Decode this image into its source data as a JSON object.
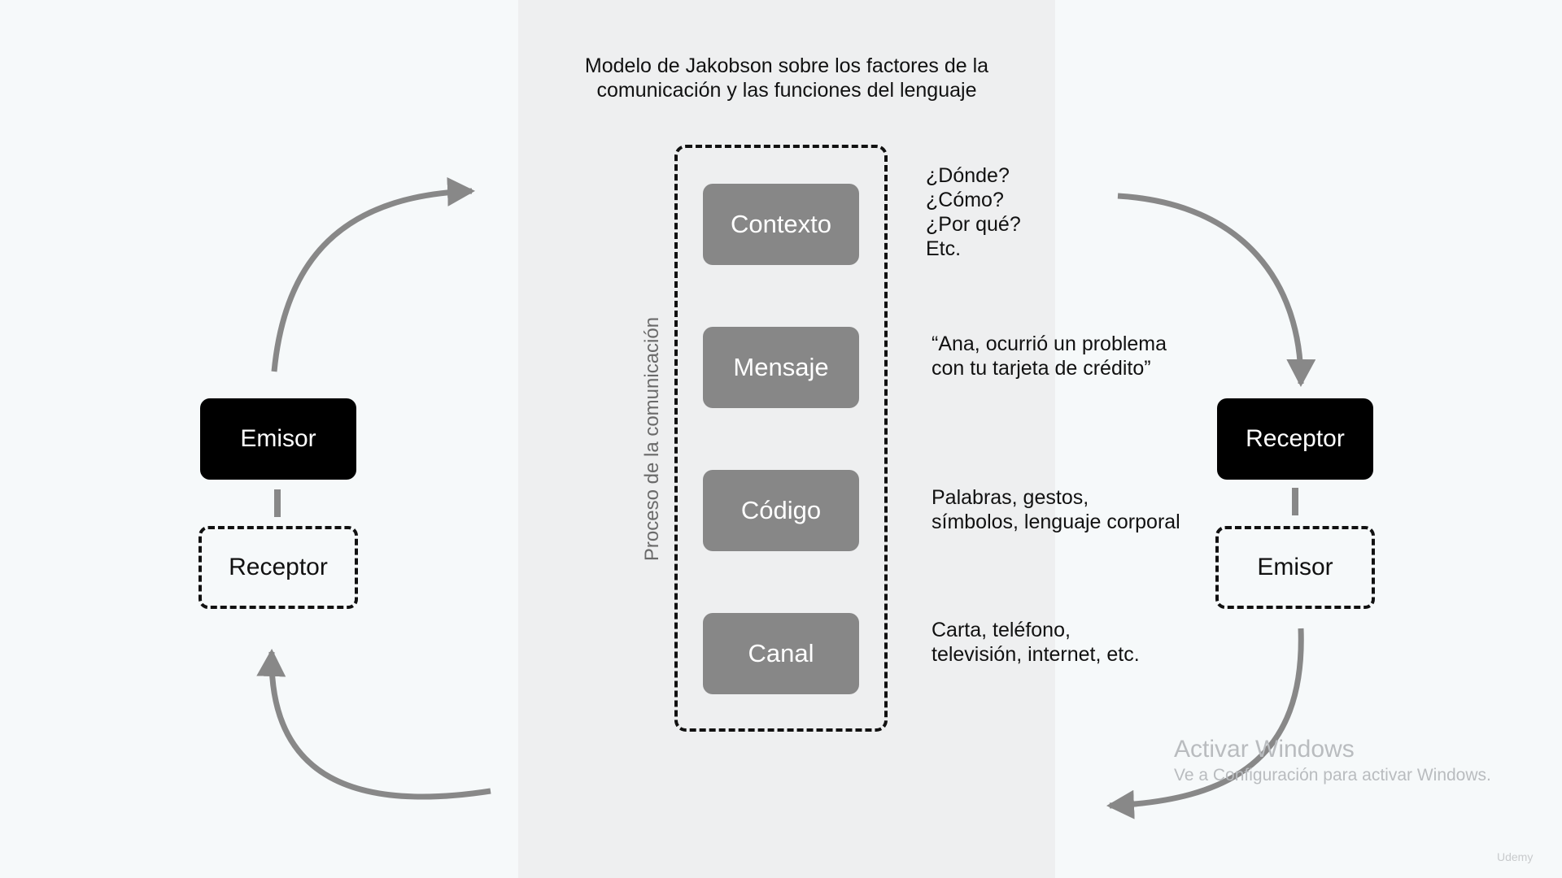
{
  "title": {
    "line1": "Modelo de Jakobson sobre los factores de la",
    "line2": "comunicación y las funciones del lenguaje"
  },
  "process_label": "Proceso de la comunicación",
  "factors": [
    {
      "label": "Contexto",
      "desc": [
        "¿Dónde?",
        "¿Cómo?",
        "¿Por qué?",
        "Etc."
      ]
    },
    {
      "label": "Mensaje",
      "desc": [
        "“Ana, ocurrió un problema",
        "con tu tarjeta de crédito”"
      ]
    },
    {
      "label": "Código",
      "desc": [
        "Palabras, gestos,",
        "símbolos, lenguaje corporal"
      ]
    },
    {
      "label": "Canal",
      "desc": [
        "Carta, teléfono,",
        "televisión, internet, etc."
      ]
    }
  ],
  "left": {
    "top_role": "Emisor",
    "bottom_role": "Receptor"
  },
  "right": {
    "top_role": "Receptor",
    "bottom_role": "Emisor"
  },
  "watermark": {
    "title": "Activar Windows",
    "subtitle": "Ve a Configuración para activar Windows."
  },
  "brand": "Udemy",
  "colors": {
    "background": "#f6f9fa",
    "center_panel": "#eeeff0",
    "factor_box": "#878787",
    "arrow": "#888888",
    "solid_role": "#000000"
  }
}
